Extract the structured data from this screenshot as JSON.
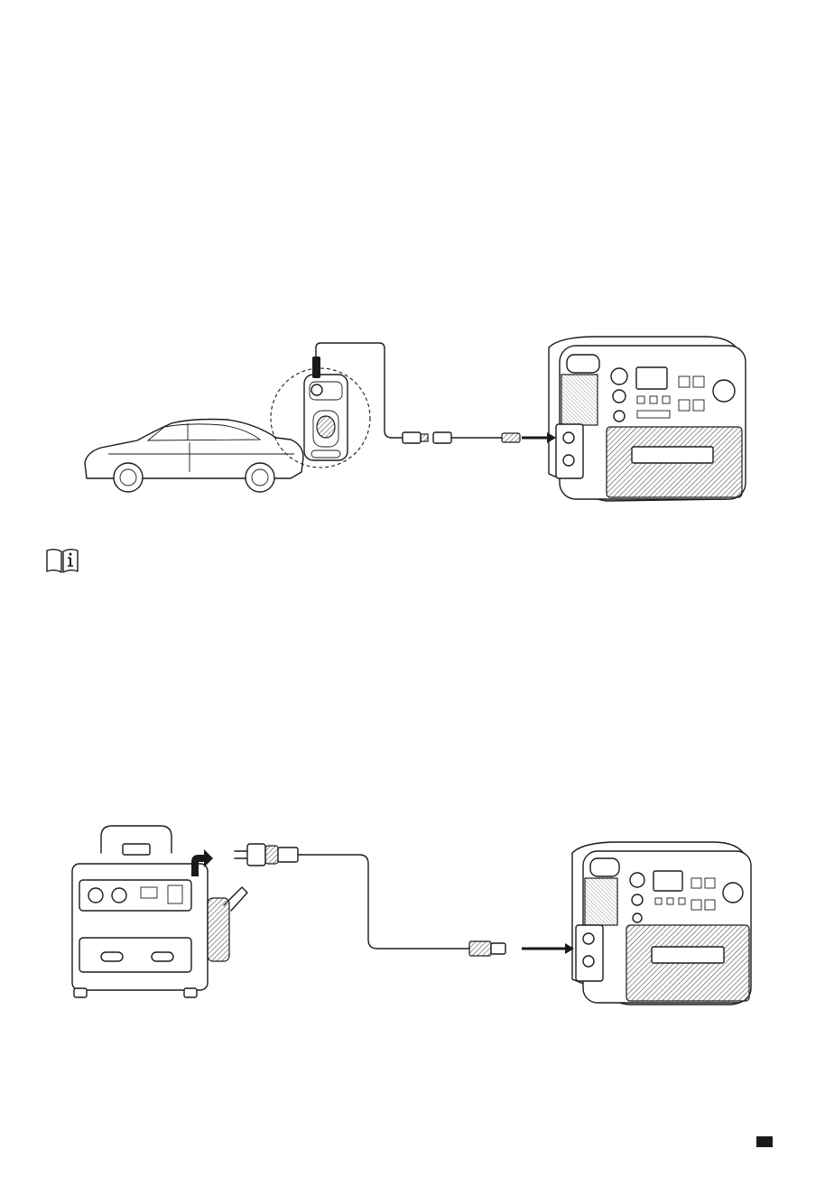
{
  "figures": [
    {
      "id": "car-charging",
      "icons": [
        "car-icon",
        "car-socket-icon",
        "car-charging-cable-icon",
        "power-station-icon",
        "arrow-right-icon"
      ]
    },
    {
      "id": "generator-charging",
      "icons": [
        "generator-icon",
        "ac-plug-icon",
        "charging-cable-icon",
        "power-station-icon",
        "arrow-right-icon"
      ]
    }
  ],
  "info_icon": "manual-info-icon",
  "page_marker": "page-number-tab",
  "colors": {
    "line": "#1a1a1a",
    "background": "#ffffff"
  }
}
